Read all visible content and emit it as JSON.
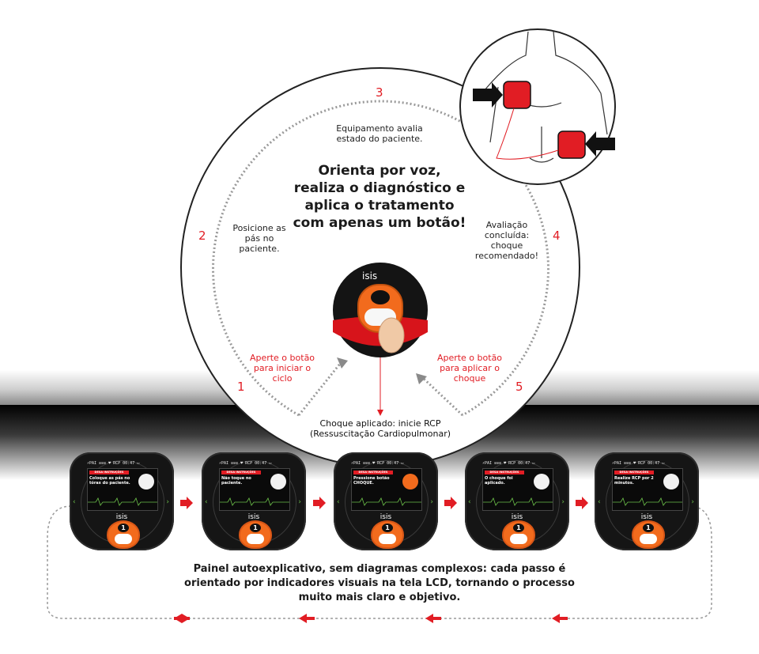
{
  "headline": "Orienta por voz, realiza o diagnóstico e aplica o tratamento com apenas um botão!",
  "steps": {
    "s1": {
      "num": "1",
      "text": "Aperte o botão para iniciar o ciclo"
    },
    "s2": {
      "num": "2",
      "text": "Posicione as pás no paciente."
    },
    "s3": {
      "num": "3",
      "text": "Equipamento avalia estado do paciente."
    },
    "s4": {
      "num": "4",
      "text": "Avaliação concluída: choque recomendado!"
    },
    "s5": {
      "num": "5",
      "text": "Aperte o botão para aplicar o choque"
    }
  },
  "shock_applied": "Choque aplicado: inicie RCP (Ressuscitação Cardiopulmonar)",
  "logo": "isis",
  "footer": "Painel autoexplicativo, sem diagramas complexos: cada passo é orientado por indicadores visuais na tela LCD, tornando o processo muito mais claro e objetivo.",
  "device": {
    "topbar": "⚡PAI ⊙⊙⊙  ♥  RCP 00:47 ▭",
    "screen_header": "DESA INSTRUÇÕES",
    "button_label": "1",
    "screens": [
      {
        "message": "Coloque as pás no tórax do paciente."
      },
      {
        "message": "Não toque no paciente."
      },
      {
        "message": "Pressione botão CHOQUE."
      },
      {
        "message": "O choque foi aplicado."
      },
      {
        "message": "Realize RCP por 2 minutos."
      }
    ]
  },
  "colors": {
    "accent": "#e11d24",
    "orange": "#f26b1d",
    "device": "#151515",
    "green": "#6cc04a"
  }
}
